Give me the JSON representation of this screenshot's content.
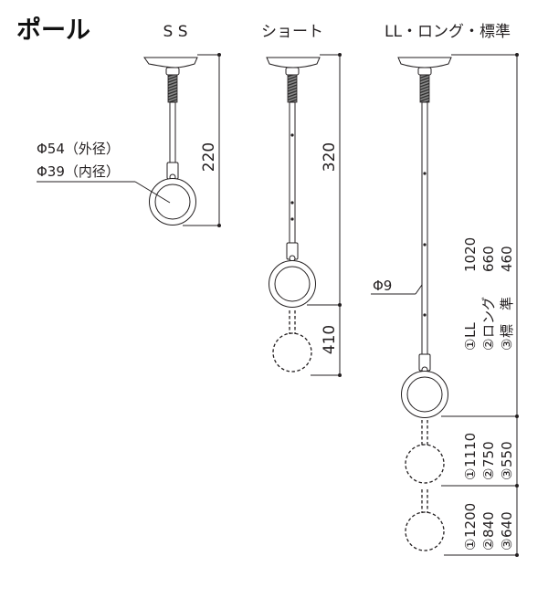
{
  "title": "ポール",
  "columns": {
    "ss": {
      "header": "S S",
      "length": "220"
    },
    "short": {
      "header": "ショート",
      "length": "320",
      "extension": "410"
    },
    "long": {
      "header": "LL・ロング・標準",
      "diameter": "Φ9",
      "lengths": [
        {
          "mark": "①",
          "name": "LL",
          "value": "1020"
        },
        {
          "mark": "②",
          "name": "ロング",
          "value": "660"
        },
        {
          "mark": "③",
          "name": "標　準",
          "value": "460"
        }
      ],
      "extension1": [
        {
          "mark": "①",
          "value": "1110"
        },
        {
          "mark": "②",
          "value": "750"
        },
        {
          "mark": "③",
          "value": "550"
        }
      ],
      "extension2": [
        {
          "mark": "①",
          "value": "1200"
        },
        {
          "mark": "②",
          "value": "840"
        },
        {
          "mark": "③",
          "value": "640"
        }
      ]
    }
  },
  "ring_outer": "Φ54（外径）",
  "ring_inner": "Φ39（内径）"
}
